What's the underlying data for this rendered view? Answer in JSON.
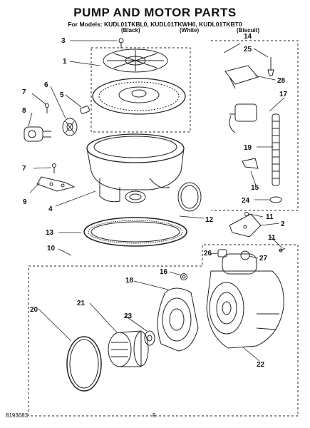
{
  "header": {
    "title": "PUMP AND MOTOR PARTS",
    "models": "For Models: KUDL01TKBL0, KUDL01TKWH0, KUDL01TKBT0",
    "variants": [
      "(Black)",
      "(White)",
      "(Biscuit)"
    ]
  },
  "callouts": [
    "1",
    "2",
    "3",
    "4",
    "5",
    "6",
    "7",
    "7",
    "8",
    "9",
    "10",
    "11",
    "11",
    "12",
    "13",
    "14",
    "15",
    "16",
    "17",
    "18",
    "19",
    "20",
    "21",
    "22",
    "23",
    "24",
    "25",
    "26",
    "27",
    "28"
  ],
  "footer": {
    "doc_number": "8193683",
    "page": "9"
  }
}
